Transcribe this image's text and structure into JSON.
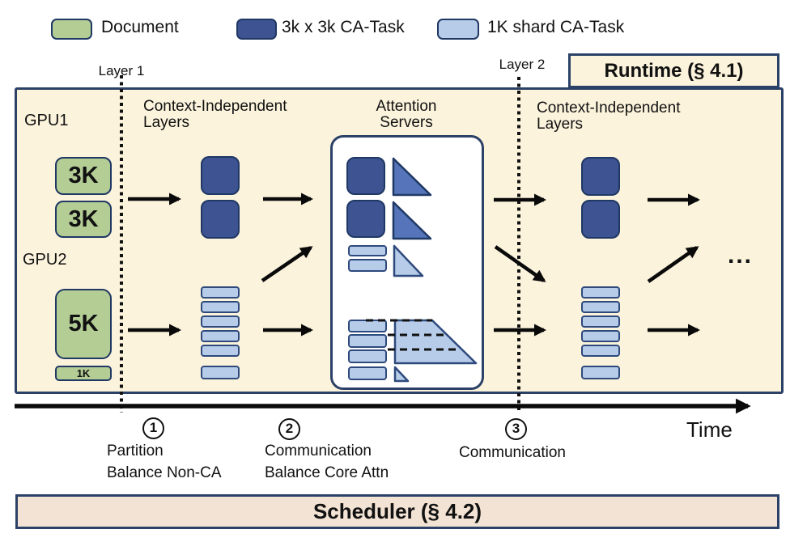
{
  "colors": {
    "panel_bg": "#fbf3dc",
    "scheduler_bg": "#f3e3d4",
    "border_navy": "#2c4168",
    "dark_blue_task": "#3e5391",
    "medium_blue_triangle": "#5574b9",
    "light_blue_shard": "#b7cce9",
    "document_green": "#b3cd95"
  },
  "legend": {
    "items": [
      {
        "label": "Document"
      },
      {
        "label": "3k x 3k CA-Task"
      },
      {
        "label": "1K shard CA-Task"
      }
    ]
  },
  "markers": {
    "layer1": "Layer 1",
    "layer2": "Layer 2"
  },
  "runtime": {
    "title": "Runtime (§ 4.1)"
  },
  "scheduler": {
    "title": "Scheduler (§ 4.2)"
  },
  "panel": {
    "gpu1": "GPU1",
    "gpu2": "GPU2",
    "left_stage_title": "Context-Independent\nLayers",
    "attention_title": "Attention\nServers",
    "right_stage_title": "Context-Independent\nLayers",
    "ellipsis": "..."
  },
  "documents": {
    "gpu1_doc1": "3K",
    "gpu1_doc2": "3K",
    "gpu2_doc1": "5K",
    "gpu2_doc2": "1K"
  },
  "timeline": {
    "time_label": "Time",
    "steps": [
      {
        "num": "1",
        "lines": [
          "Partition",
          "Balance Non-CA"
        ]
      },
      {
        "num": "2",
        "lines": [
          "Communication",
          "Balance Core Attn"
        ]
      },
      {
        "num": "3",
        "lines": [
          "Communication"
        ]
      }
    ]
  }
}
